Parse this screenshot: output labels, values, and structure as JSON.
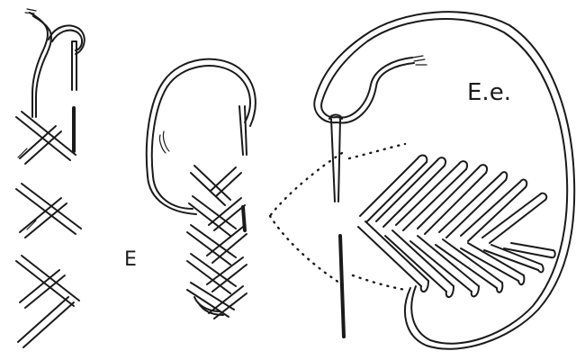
{
  "figure": {
    "labels": {
      "middle": "E",
      "right": "E.e."
    },
    "colors": {
      "ink": "#1a1a1a",
      "paper": "#ffffff"
    },
    "panels": [
      {
        "id": "left",
        "stitch_pairs": 4
      },
      {
        "id": "middle",
        "chevron_rows": 7
      },
      {
        "id": "right",
        "rays_per_side": 7
      }
    ]
  }
}
